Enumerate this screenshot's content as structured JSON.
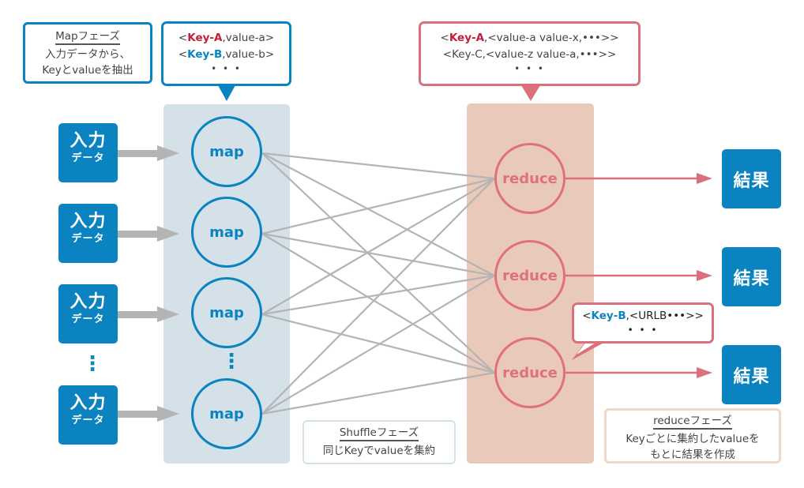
{
  "notes": {
    "map_phase": {
      "title": "Mapフェーズ",
      "lines": [
        "入力データから、",
        "Keyとvalueを抽出"
      ]
    },
    "shuffle_phase": {
      "title": "Shuffleフェーズ",
      "lines": [
        "同じKeyでvalueを集約"
      ]
    },
    "reduce_phase": {
      "title": "reduceフェーズ",
      "lines": [
        "Keyごとに集約したvalueを",
        "もとに結果を作成"
      ]
    }
  },
  "map_callout": {
    "rows": [
      {
        "open": "<",
        "key": "Key-A",
        "rest": ",value-a>",
        "key_color": "red"
      },
      {
        "open": "<",
        "key": "Key-B",
        "rest": ",value-b>",
        "key_color": "blue"
      }
    ],
    "ellipsis": "• • •"
  },
  "reduce_callout": {
    "rows": [
      {
        "open": "<",
        "key": "Key-A",
        "rest": ",<value-a value-x,•••>>",
        "key_color": "red"
      },
      {
        "open": "",
        "key": "",
        "rest": "<Key-C,<value-z value-a,•••>>",
        "key_color": "none"
      }
    ],
    "ellipsis": "• • •"
  },
  "reduce3_callout": {
    "rows": [
      {
        "open": "<",
        "key": "Key-B",
        "rest": ",<URLB•••>>",
        "key_color": "blue"
      }
    ],
    "ellipsis": "• • •"
  },
  "inputs": [
    {
      "line1": "入力",
      "line2": "データ"
    },
    {
      "line1": "入力",
      "line2": "データ"
    },
    {
      "line1": "入力",
      "line2": "データ"
    },
    {
      "line1": "入力",
      "line2": "データ"
    }
  ],
  "map_nodes": [
    "map",
    "map",
    "map",
    "map"
  ],
  "reduce_nodes": [
    "reduce",
    "reduce",
    "reduce"
  ],
  "results": [
    "結果",
    "結果",
    "結果"
  ],
  "vertical_ellipsis": "⋮",
  "colors": {
    "blue": "#0a83c0",
    "red": "#dc6f7c",
    "key_red": "#c41e3a",
    "map_panel": "#d5e1e8",
    "reduce_panel": "#e9c9b9",
    "shuffle_line": "#b4b4b4",
    "input_arrow": "#b4b4b4"
  }
}
